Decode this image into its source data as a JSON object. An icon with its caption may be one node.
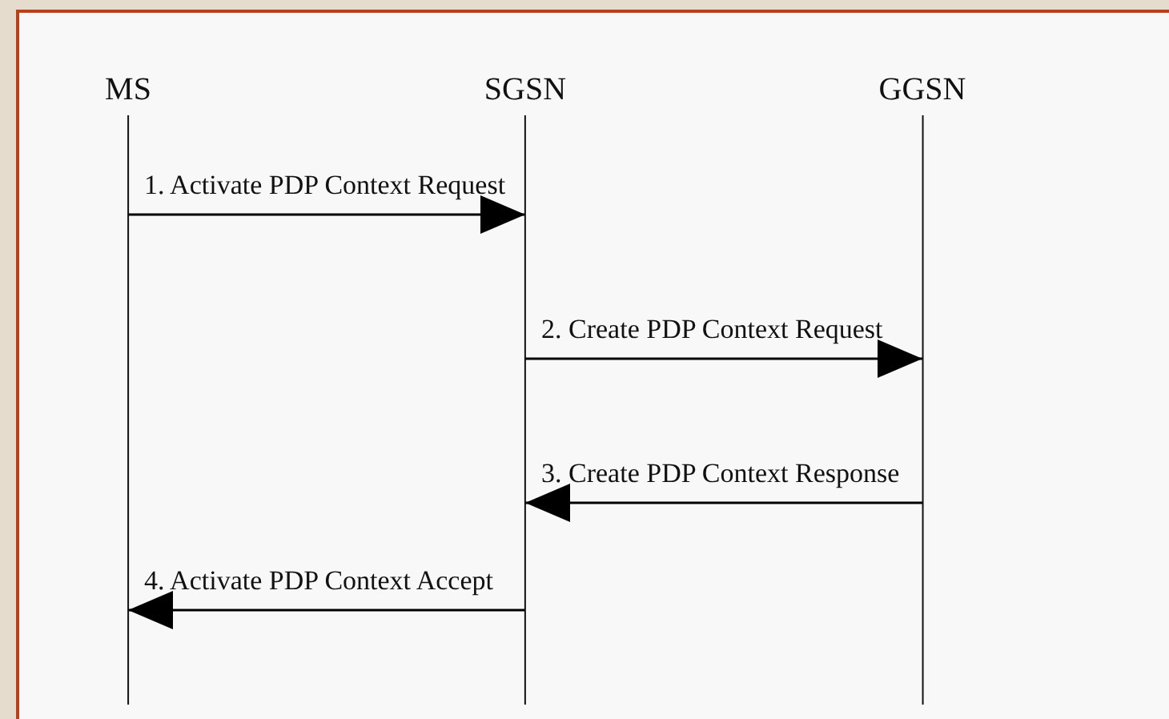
{
  "diagram": {
    "nodes": [
      {
        "text": [
          "MS"
        ]
      },
      {
        "text": [
          "SGSN"
        ]
      },
      {
        "text": [
          "GGSN"
        ]
      }
    ],
    "edges": [
      {
        "from": 0,
        "to": 1,
        "arrow": "to",
        "label": "1. Activate PDP Context Request"
      },
      {
        "from": 1,
        "to": 2,
        "arrow": "to",
        "label": "2. Create PDP Context Request"
      },
      {
        "from": 2,
        "to": 1,
        "arrow": "to",
        "label": "3. Create PDP Context Response"
      },
      {
        "from": 1,
        "to": 0,
        "arrow": "to",
        "label": "4. Activate PDP Context Accept"
      }
    ]
  }
}
